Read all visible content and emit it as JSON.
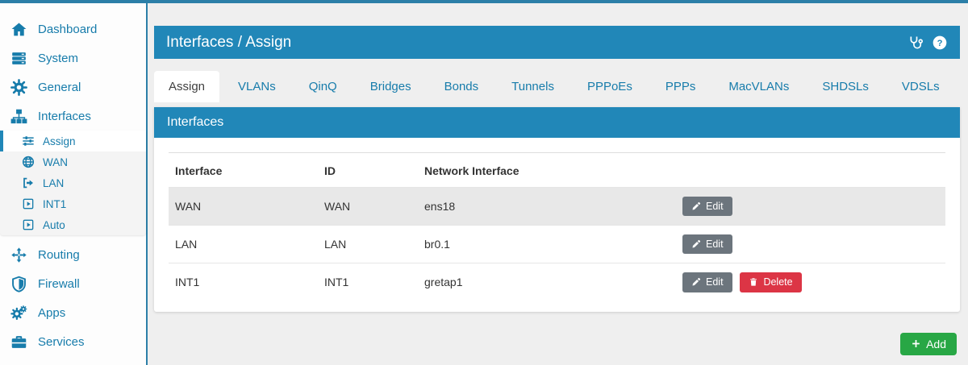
{
  "sidebar": {
    "items": [
      {
        "label": "Dashboard",
        "icon": "home-icon"
      },
      {
        "label": "System",
        "icon": "server-icon"
      },
      {
        "label": "General",
        "icon": "gear-icon"
      },
      {
        "label": "Interfaces",
        "icon": "sitemap-icon",
        "expanded": true
      },
      {
        "label": "Routing",
        "icon": "move-icon"
      },
      {
        "label": "Firewall",
        "icon": "shield-icon"
      },
      {
        "label": "Apps",
        "icon": "cogs-icon"
      },
      {
        "label": "Services",
        "icon": "briefcase-icon"
      }
    ],
    "interfaces_submenu": [
      {
        "label": "Assign",
        "icon": "sliders-icon",
        "active": true
      },
      {
        "label": "WAN",
        "icon": "globe-icon"
      },
      {
        "label": "LAN",
        "icon": "sign-out-icon"
      },
      {
        "label": "INT1",
        "icon": "caret-square-right-icon"
      },
      {
        "label": "Auto",
        "icon": "caret-square-right-icon"
      }
    ]
  },
  "header": {
    "title": "Interfaces / Assign",
    "icons": [
      "stethoscope-icon",
      "help-icon"
    ]
  },
  "tabs": {
    "active": "Assign",
    "items": [
      "Assign",
      "VLANs",
      "QinQ",
      "Bridges",
      "Bonds",
      "Tunnels",
      "PPPoEs",
      "PPPs",
      "MacVLANs",
      "SHDSLs",
      "VDSLs"
    ]
  },
  "panel": {
    "title": "Interfaces"
  },
  "table": {
    "headers": [
      "Interface",
      "ID",
      "Network Interface"
    ],
    "rows": [
      {
        "interface": "WAN",
        "id": "WAN",
        "network_interface": "ens18",
        "actions": [
          "Edit"
        ],
        "highlighted": true
      },
      {
        "interface": "LAN",
        "id": "LAN",
        "network_interface": "br0.1",
        "actions": [
          "Edit"
        ],
        "highlighted": false
      },
      {
        "interface": "INT1",
        "id": "INT1",
        "network_interface": "gretap1",
        "actions": [
          "Edit",
          "Delete"
        ],
        "highlighted": false
      }
    ]
  },
  "buttons": {
    "add": "Add"
  },
  "colors": {
    "accent_blue": "#2187b8",
    "link_blue": "#177cab",
    "add_green": "#28a745",
    "delete_red": "#dc3545",
    "edit_gray": "#6c757d"
  }
}
